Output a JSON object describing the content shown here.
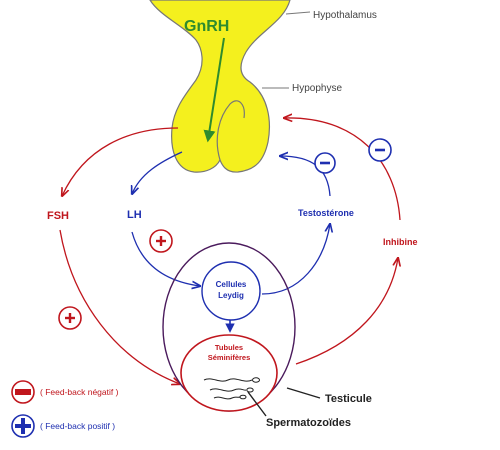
{
  "labels": {
    "gnrh": "GnRH",
    "hypothalamus": "Hypothalamus",
    "hypophyse": "Hypophyse",
    "fsh": "FSH",
    "lh": "LH",
    "testosterone": "Testostérone",
    "inhibine": "Inhibine",
    "cellules_line1": "Cellules",
    "cellules_line2": "Leydig",
    "tubules_line1": "Tubules",
    "tubules_line2": "Séminifères",
    "testicule": "Testicule",
    "spermatozoides": "Spermatozoïdes"
  },
  "signs": {
    "minus": "−",
    "plus": "+"
  },
  "legend": {
    "negative": "( Feed-back négatif )",
    "positive": "( Feed-back positif )"
  },
  "colors": {
    "red": "#c0161d",
    "blue": "#1e2fb0",
    "purple": "#4a1a5c",
    "yellow": "#f4f01e",
    "green": "#2e8b2e"
  }
}
